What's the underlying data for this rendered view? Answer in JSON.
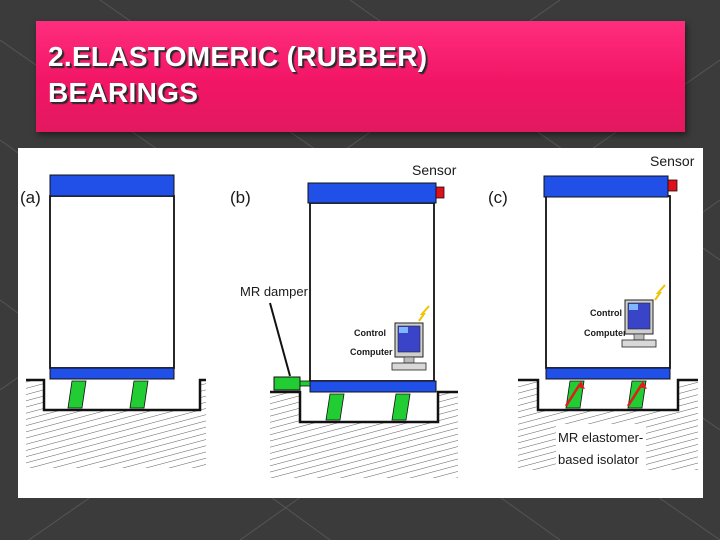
{
  "slide": {
    "title_line1": "2.ELASTOMERIC (RUBBER)",
    "title_line2": "BEARINGS"
  },
  "figure": {
    "panel_a": {
      "label": "(a)"
    },
    "panel_b": {
      "label": "(b)",
      "sensor_label": "Sensor",
      "damper_label": "MR damper",
      "computer_label_line1": "Control",
      "computer_label_line2": "Computer"
    },
    "panel_c": {
      "label": "(c)",
      "sensor_label": "Sensor",
      "computer_label_line1": "Control",
      "computer_label_line2": "Computer",
      "isolator_label_line1": "MR elastomer-",
      "isolator_label_line2": "based isolator"
    },
    "colors": {
      "slab_blue": "#2050e8",
      "bearing_green": "#22cc33",
      "sensor_red": "#e0101a",
      "isolator_red": "#e21a1a"
    }
  },
  "theme": {
    "title_color": "#f21566",
    "background": "#3b3b3b"
  }
}
